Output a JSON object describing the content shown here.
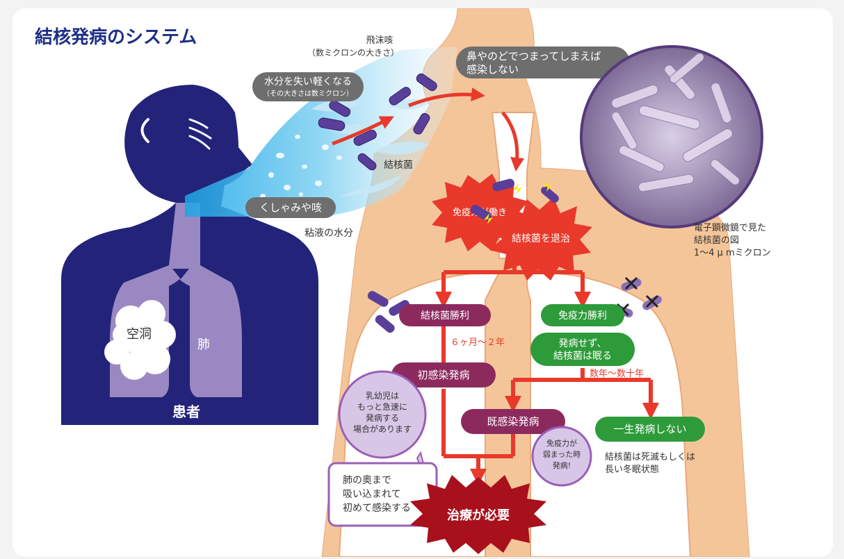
{
  "title": "結核発病のシステム",
  "labels": {
    "droplet_top": "飛沫咳",
    "droplet_size": "（数ミクロンの大きさ）",
    "lose_water_1": "水分を失い軽くなる",
    "lose_water_2": "（その大きさは数ミクロン）",
    "nose_throat_1": "鼻やのどでつまってしまえば",
    "nose_throat_2": "感染しない",
    "bacteria": "結核菌",
    "sneeze": "くしゃみや咳",
    "mucus": "粘液の水分",
    "cavity": "空洞",
    "lung": "肺",
    "patient": "患者",
    "micro_1": "電子顕微鏡で見た",
    "micro_2": "結核菌の図",
    "micro_3": "1〜4 μ mミクロン",
    "immunity_works": "免疫力が働き",
    "repel": "結核菌を退治",
    "tb_wins": "結核菌勝利",
    "immunity_wins": "免疫力勝利",
    "period_1": "６ヶ月〜２年",
    "dormant_1": "発病せず、",
    "dormant_2": "結核菌は眠る",
    "period_2": "数年〜数十年",
    "primary": "初感染発病",
    "infant_1": "乳幼児は",
    "infant_2": "もっと急速に",
    "infant_3": "発病する",
    "infant_4": "場合があります",
    "secondary": "既感染発病",
    "weak_1": "免疫力が",
    "weak_2": "弱まった時",
    "weak_3": "発病!",
    "never": "一生発病しない",
    "dead_1": "結核菌は死滅もしくは",
    "dead_2": "長い冬眠状態",
    "deep_1": "肺の奥まで",
    "deep_2": "吸い込まれて",
    "deep_3": "初めて感染する",
    "treatment": "治療が必要"
  },
  "colors": {
    "title": "#1d2f86",
    "navy": "#23237a",
    "lung_purple": "#9a88c2",
    "skin": "#f5c59a",
    "red_arrow": "#e8392a",
    "maroon": "#8c2a5e",
    "green": "#2e9b3a",
    "gray_label": "#6e6e6e",
    "bacteria": "#5a3f9a",
    "deep_red": "#a8111c"
  }
}
